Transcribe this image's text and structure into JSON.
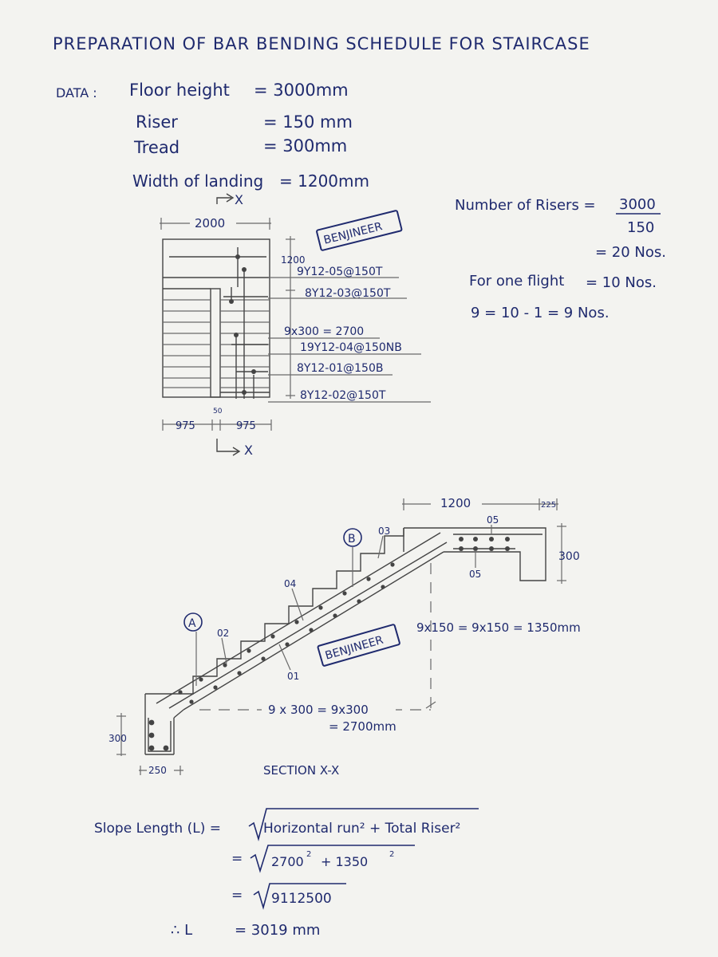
{
  "title": "PREPARATION OF BAR BENDING SCHEDULE FOR STAIRCASE",
  "data_section": {
    "label": "DATA :",
    "rows": [
      {
        "name": "Floor height",
        "eq": "= 3000mm"
      },
      {
        "name": "Riser",
        "eq": "= 150 mm"
      },
      {
        "name": "Tread",
        "eq": "= 300mm"
      },
      {
        "name": "Width of landing",
        "eq": "= 1200mm"
      }
    ]
  },
  "risers_calc": {
    "label": "Number of Risers =",
    "numerator": "3000",
    "denominator": "150",
    "result": "= 20 Nos.",
    "one_flight_label": "For one flight",
    "one_flight_value": "= 10 Nos.",
    "goings": "9 = 10 - 1 = 9 Nos."
  },
  "plan": {
    "section_marker": "X",
    "width_dim": "2000",
    "landing_dim": "1200",
    "bar_05": "9Y12-05@150T",
    "bar_03": "8Y12-03@150T",
    "going_dim": "9x300 = 2700",
    "bar_04": "19Y12-04@150NB",
    "bar_01": "8Y12-01@150B",
    "bar_02": "8Y12-02@150T",
    "left_width": "975",
    "gap": "50",
    "right_width": "975",
    "stamp": "BENJINEER"
  },
  "section": {
    "landing_dim": "1200",
    "beam_width_top": "225",
    "landing_depth": "300",
    "label_05_top": "05",
    "label_05_bottom": "05",
    "label_03": "03",
    "label_04": "04",
    "label_02": "02",
    "label_01": "01",
    "point_a": "A",
    "point_b": "B",
    "rise_calc": "9x150 = 9x150 = 1350mm",
    "run_calc": "9 x 300 = 9x300",
    "run_result": "= 2700mm",
    "beam_depth": "300",
    "beam_width": "250",
    "caption": "SECTION X-X",
    "stamp": "BENJINEER"
  },
  "slope": {
    "label": "Slope Length (L) =",
    "line1": "Horizontal run² + Total Riser²",
    "line2_a": "2700",
    "line2_b": "+ 1350",
    "line3": "9112500",
    "therefore": "∴ L",
    "result": "= 3019 mm"
  }
}
